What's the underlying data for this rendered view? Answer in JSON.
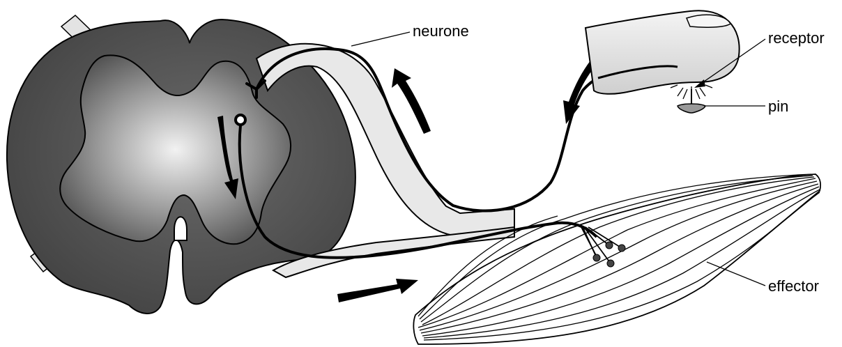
{
  "labels": {
    "neurone": "neurone",
    "receptor": "receptor",
    "pin": "pin",
    "effector": "effector"
  },
  "colors": {
    "ink": "#000000",
    "nerve_fill": "#e6e6e6",
    "cord_outer": "#4a4a4a",
    "grey_matter_light": "#eeeeee",
    "grey_matter_dark": "#505050",
    "finger_fill": "#dedede"
  }
}
